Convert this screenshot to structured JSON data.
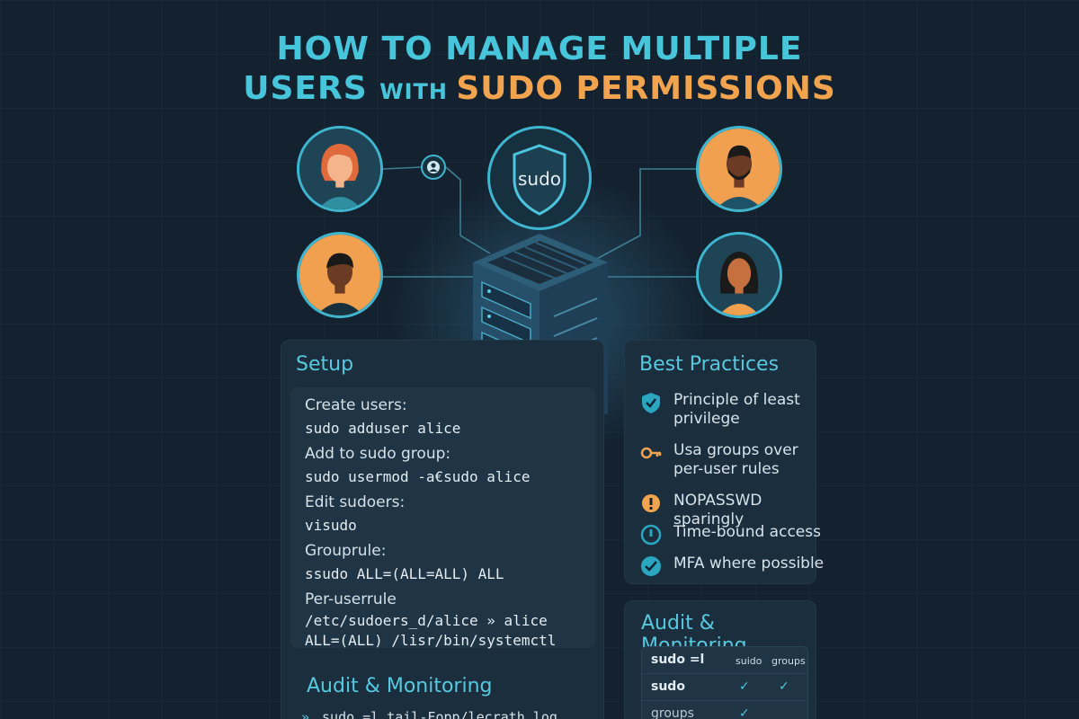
{
  "colors": {
    "accent_cyan": "#46c5db",
    "accent_orange": "#f1a34e",
    "background": "#142230"
  },
  "title": {
    "line1": "HOW TO MANAGE MULTIPLE",
    "line2_a": "USERS ",
    "line2_with": "WITH ",
    "line2_b": "SUDO PERMISSIONS"
  },
  "shield": {
    "label": "sudo"
  },
  "setup": {
    "title": "Setup",
    "lines": [
      {
        "type": "label",
        "text": "Create users:"
      },
      {
        "type": "code",
        "text": "sudo adduser alice"
      },
      {
        "type": "label",
        "text": "Add to sudo group:"
      },
      {
        "type": "code",
        "text": "sudo usermod -a€sudo alice"
      },
      {
        "type": "label",
        "text": "Edit sudoers:"
      },
      {
        "type": "code",
        "text": "visudo"
      },
      {
        "type": "label",
        "text": "Grouprule:"
      },
      {
        "type": "code",
        "text": "ssudo ALL=(ALL=ALL) ALL"
      },
      {
        "type": "label",
        "text": "Per-userrule"
      },
      {
        "type": "code",
        "text": "/etc/sudoers_d/alice » alice"
      },
      {
        "type": "code",
        "text": "ALL=(ALL) /lisr/bin/systemctl"
      }
    ],
    "audit_title": "Audit & Monitoring",
    "audit_prompt": "»",
    "audit_code": "sudo =l        tail-Fopp/lecrath.log"
  },
  "best_practices": {
    "title": "Best Practices",
    "items": [
      {
        "icon": "shield-check-icon",
        "text": "Principle of least privilege"
      },
      {
        "icon": "key-icon",
        "text": "Usa groups over per-user rules"
      },
      {
        "icon": "warning-icon",
        "text": "NOPASSWD sparingly"
      },
      {
        "icon": "clock-icon",
        "text": "Time-bound access"
      },
      {
        "icon": "check-icon",
        "text": "MFA where possible"
      }
    ]
  },
  "audit_monitoring": {
    "title": "Audit & Monitoring",
    "header": {
      "name": "sudo =l",
      "col1": "suido",
      "col2": "groups"
    },
    "rows": [
      {
        "name": "sudo",
        "col1": "✓",
        "col2": "✓"
      },
      {
        "name": "groups",
        "col1": "✓",
        "col2": ""
      }
    ]
  }
}
